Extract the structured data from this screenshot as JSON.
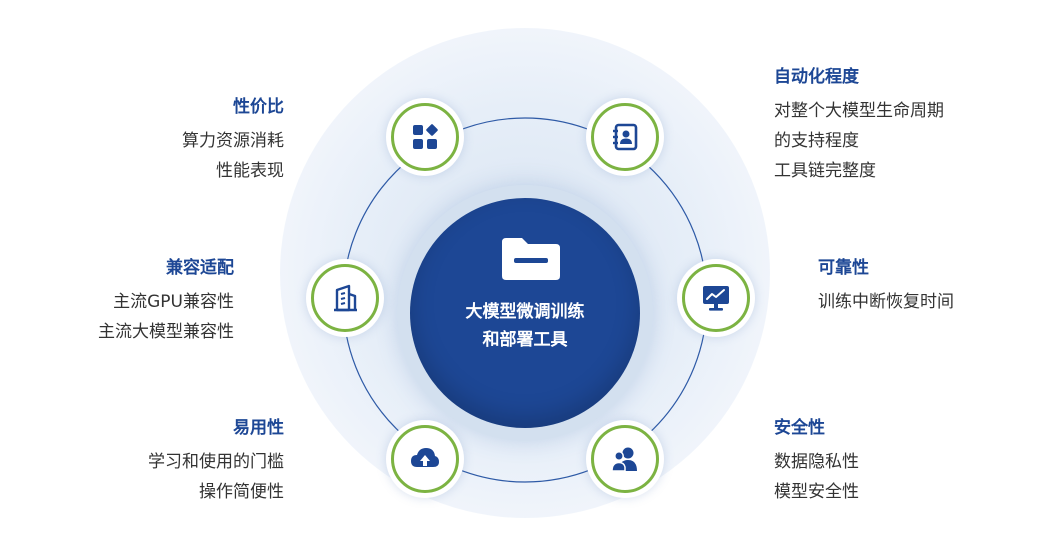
{
  "center": {
    "line1": "大模型微调训练",
    "line2": "和部署工具"
  },
  "features": {
    "cost": {
      "title": "性价比",
      "lines": [
        "算力资源消耗",
        "性能表现"
      ]
    },
    "compat": {
      "title": "兼容适配",
      "lines": [
        "主流GPU兼容性",
        "主流大模型兼容性"
      ]
    },
    "usability": {
      "title": "易用性",
      "lines": [
        "学习和使用的门槛",
        "操作简便性"
      ]
    },
    "automation": {
      "title": "自动化程度",
      "lines": [
        "对整个大模型生命周期",
        "的支持程度",
        "工具链完整度"
      ]
    },
    "reliability": {
      "title": "可靠性",
      "lines": [
        "训练中断恢复时间"
      ]
    },
    "security": {
      "title": "安全性",
      "lines": [
        "数据隐私性",
        "模型安全性"
      ]
    }
  },
  "icons": {
    "cost": "apps-grid-icon",
    "compat": "building-icon",
    "usability": "cloud-upload-icon",
    "automation": "contact-book-icon",
    "reliability": "monitor-chart-icon",
    "security": "users-icon",
    "center": "folder-icon"
  },
  "colors": {
    "primary": "#1d4795",
    "ring": "#7cb342",
    "text": "#333333"
  }
}
